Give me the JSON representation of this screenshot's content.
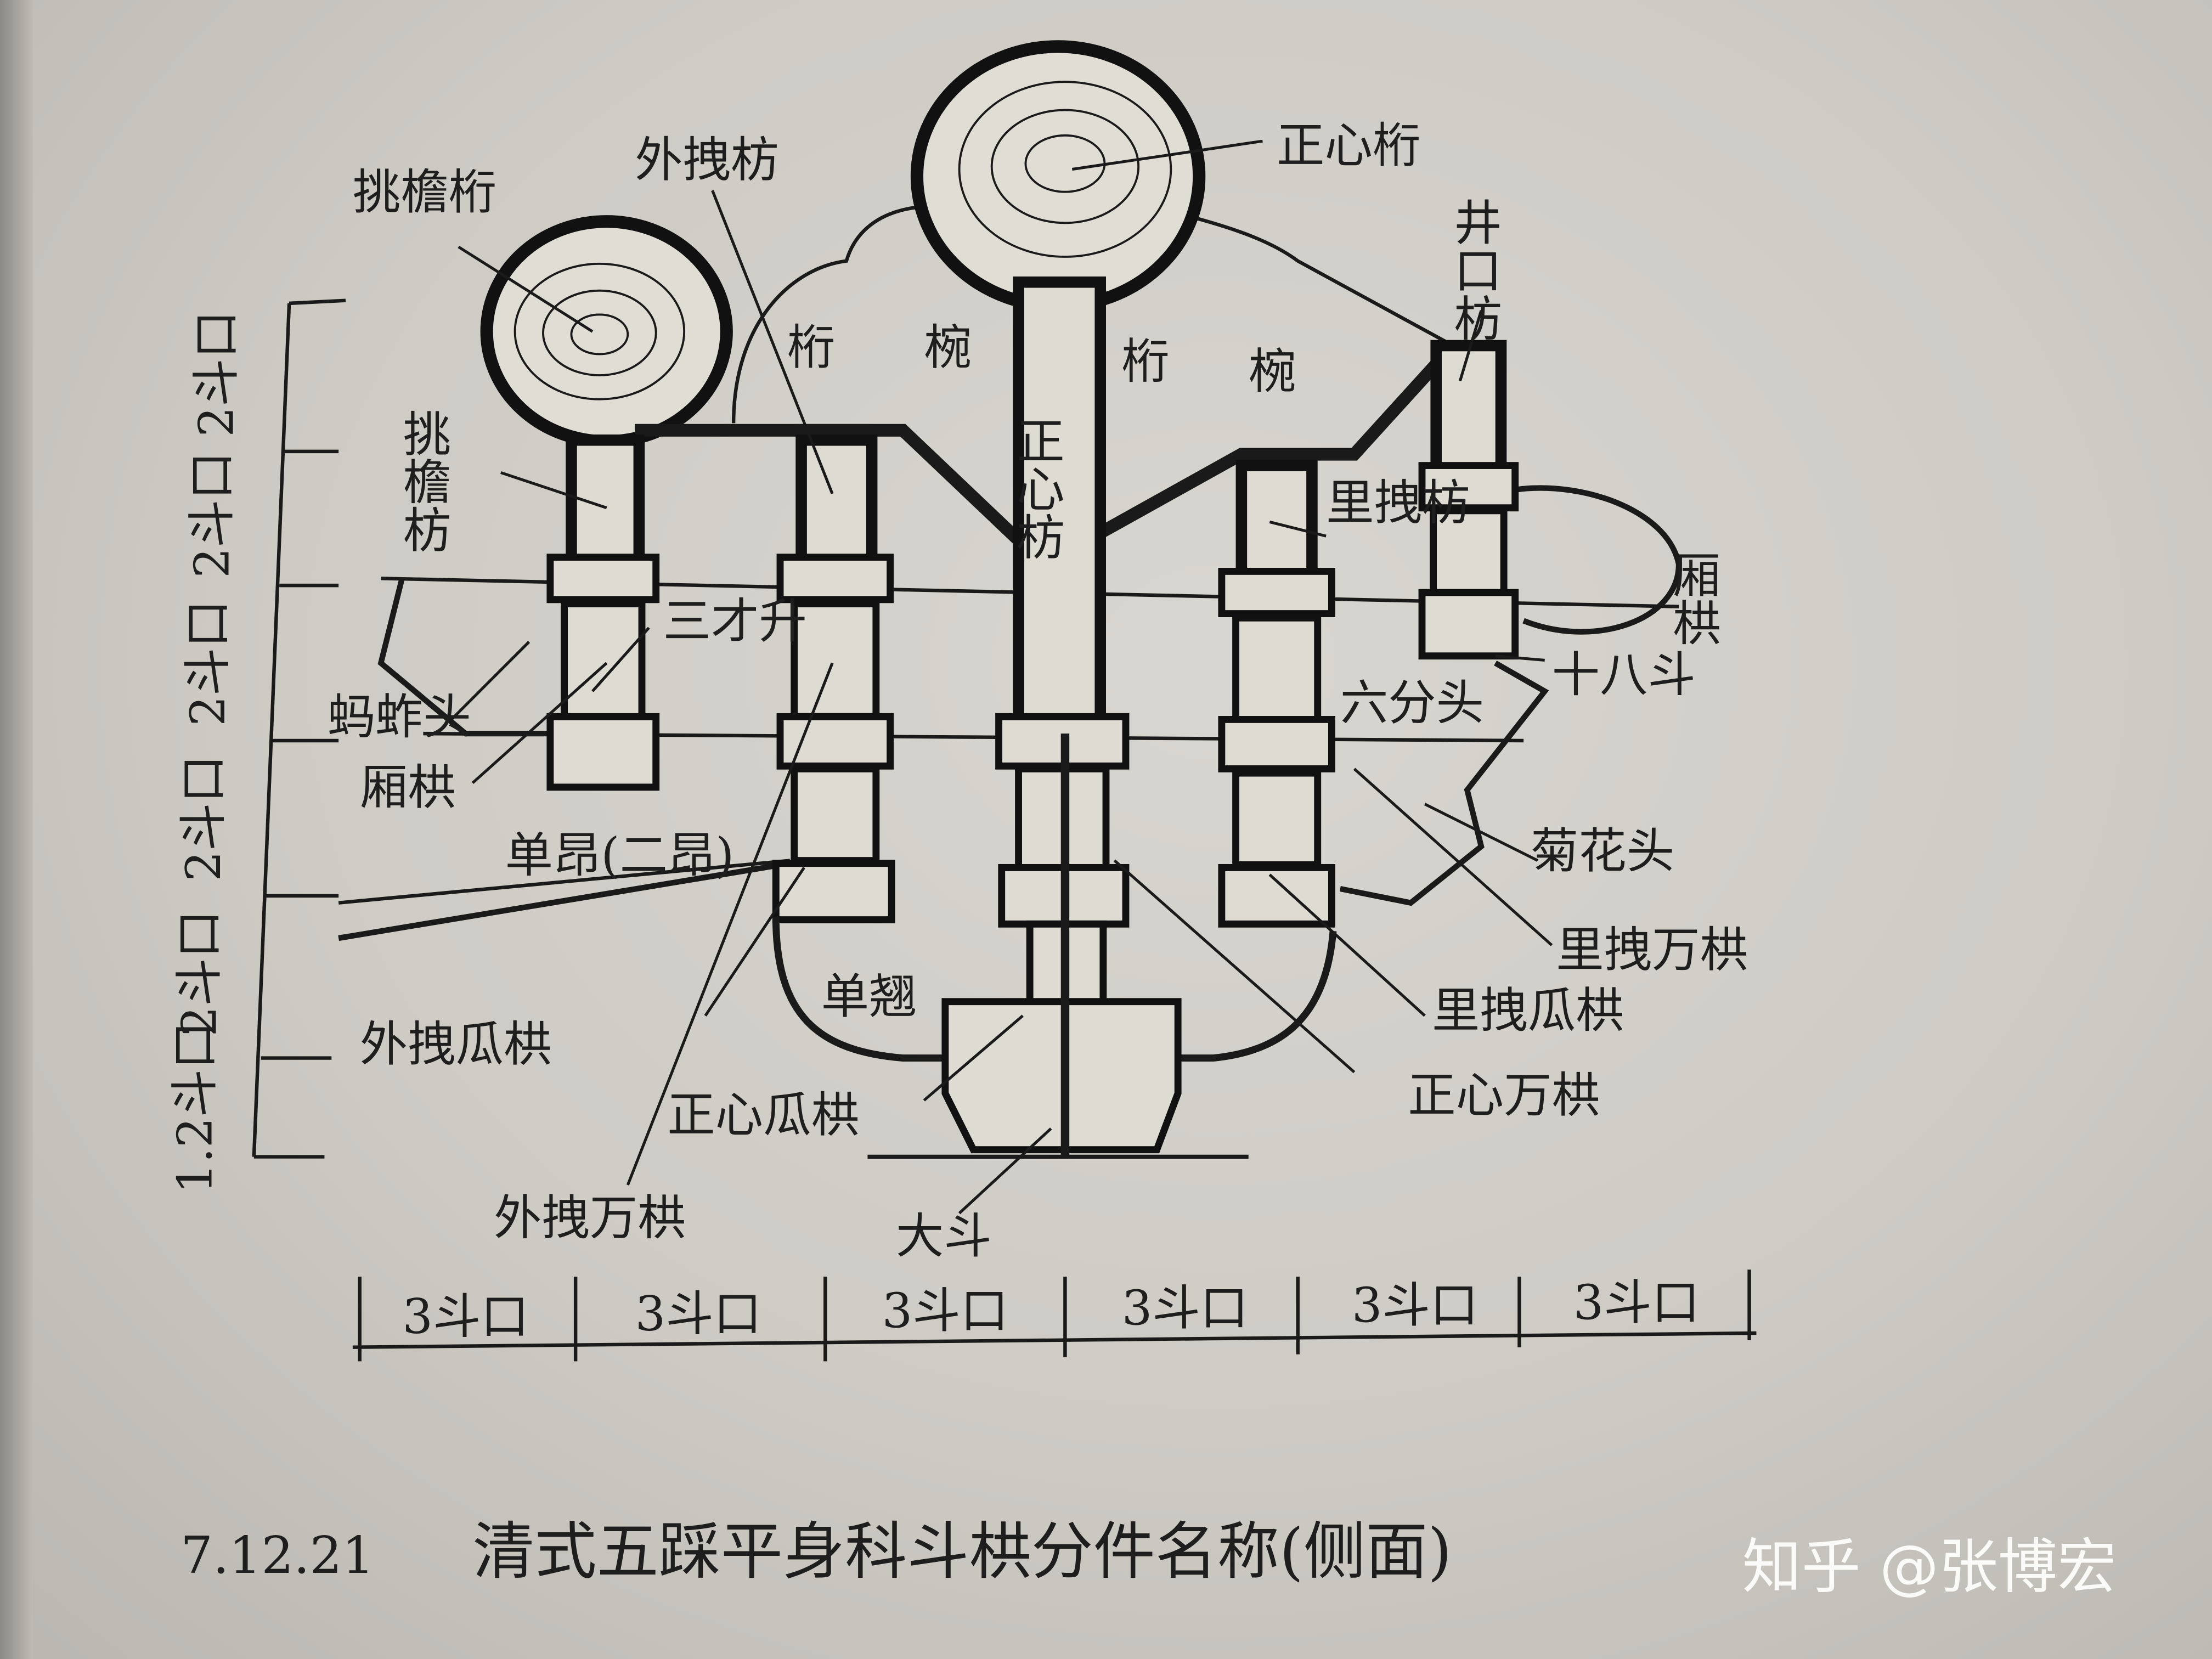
{
  "figure": {
    "caption_number": "7.12.21",
    "caption_title": "清式五踩平身科斗栱分件名称(侧面)",
    "watermark": "知乎 @张博宏",
    "labels": [
      "挑檐桁",
      "外拽枋",
      "正心桁",
      "井口枋",
      "桁",
      "椀",
      "桁",
      "椀",
      "正心枋",
      "挑檐枋",
      "里拽枋",
      "厢栱",
      "三才升",
      "蚂蚱头",
      "厢栱",
      "十八斗",
      "六分头",
      "单昂(二昂)",
      "菊花头",
      "里拽万栱",
      "单翘",
      "里拽瓜栱",
      "外拽瓜栱",
      "正心瓜栱",
      "正心万栱",
      "外拽万栱",
      "大斗"
    ],
    "vertical_dimensions": [
      "2斗口",
      "2斗口",
      "2斗口",
      "2斗口",
      "2斗口",
      "1.2斗口"
    ],
    "horizontal_dimensions": [
      "3斗口",
      "3斗口",
      "3斗口",
      "3斗口",
      "3斗口",
      "3斗口"
    ]
  }
}
